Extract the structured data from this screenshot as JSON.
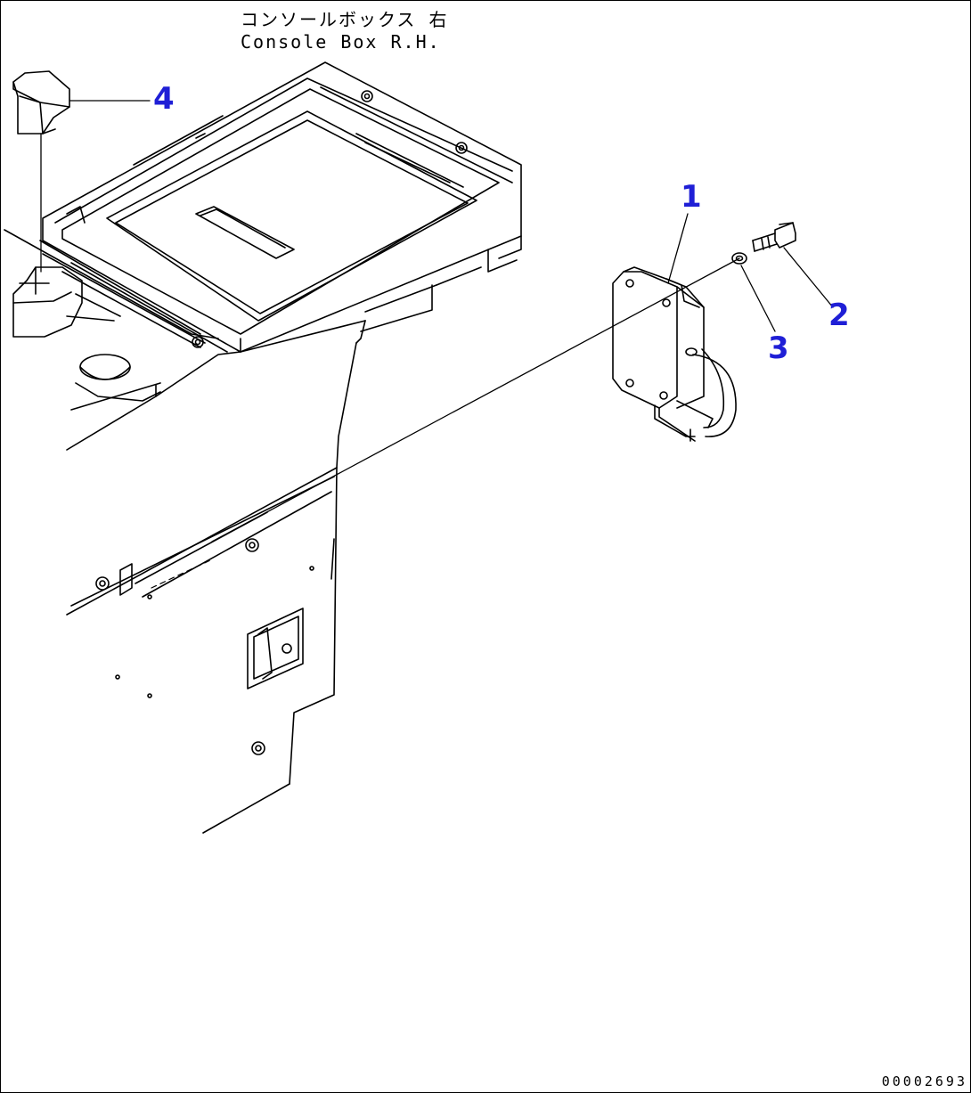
{
  "title": {
    "japanese": "コンソールボックス 右",
    "english": "Console Box R.H."
  },
  "callouts": {
    "part_1": "1",
    "part_2": "2",
    "part_3": "3",
    "part_4": "4"
  },
  "drawing_number": "00002693",
  "colors": {
    "callout": "#1f1fd6",
    "line": "#000000"
  }
}
